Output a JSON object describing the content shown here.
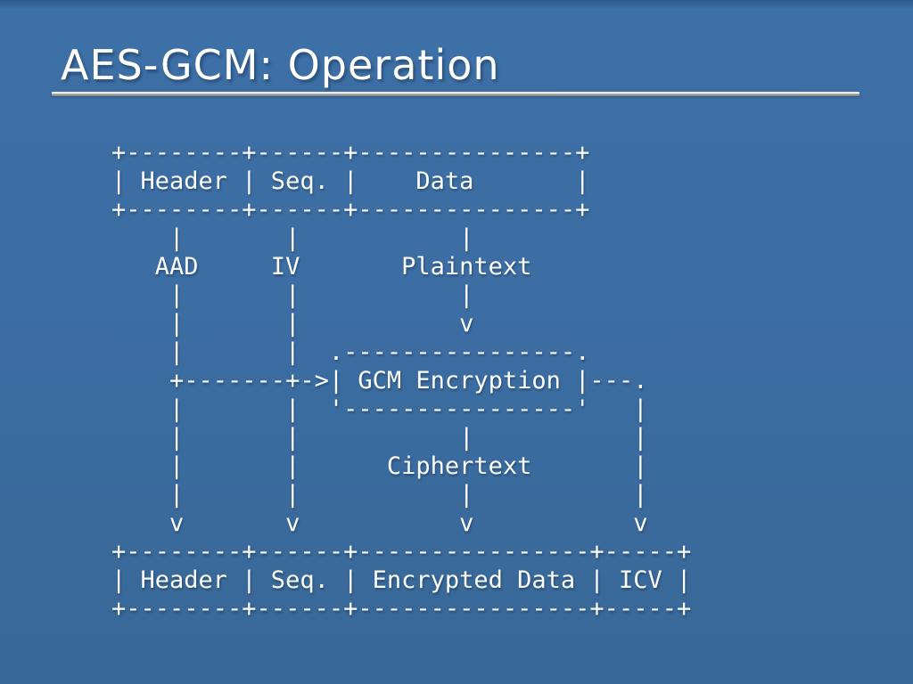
{
  "slide": {
    "title": "AES-GCM: Operation",
    "background_color": "#3C6DA3",
    "text_color": "#FFFFFF",
    "divider_top_color": "#EEEEEC",
    "divider_bottom_color": "#8C9196",
    "diagram": {
      "type": "ascii-flow-diagram",
      "top_packet_fields": [
        "Header",
        "Seq.",
        "Data"
      ],
      "aad_label": "AAD",
      "iv_label": "IV",
      "plaintext_label": "Plaintext",
      "process_label": "GCM Encryption",
      "ciphertext_label": "Ciphertext",
      "bottom_packet_fields": [
        "Header",
        "Seq.",
        "Encrypted Data",
        "ICV"
      ],
      "ascii_lines": [
        "+--------+------+---------------+",
        "| Header | Seq. |    Data       |",
        "+--------+------+---------------+",
        "    |       |           |",
        "   AAD     IV       Plaintext",
        "    |       |           |",
        "    |       |           v",
        "    |       |  .----------------.",
        "    +-------+->| GCM Encryption |---.",
        "    |       |  '----------------'   |",
        "    |       |           |           |",
        "    |       |      Ciphertext       |",
        "    |       |           |           |",
        "    v       v           v           v",
        "+--------+------+----------------+-----+",
        "| Header | Seq. | Encrypted Data | ICV |",
        "+--------+------+----------------+-----+"
      ]
    }
  }
}
